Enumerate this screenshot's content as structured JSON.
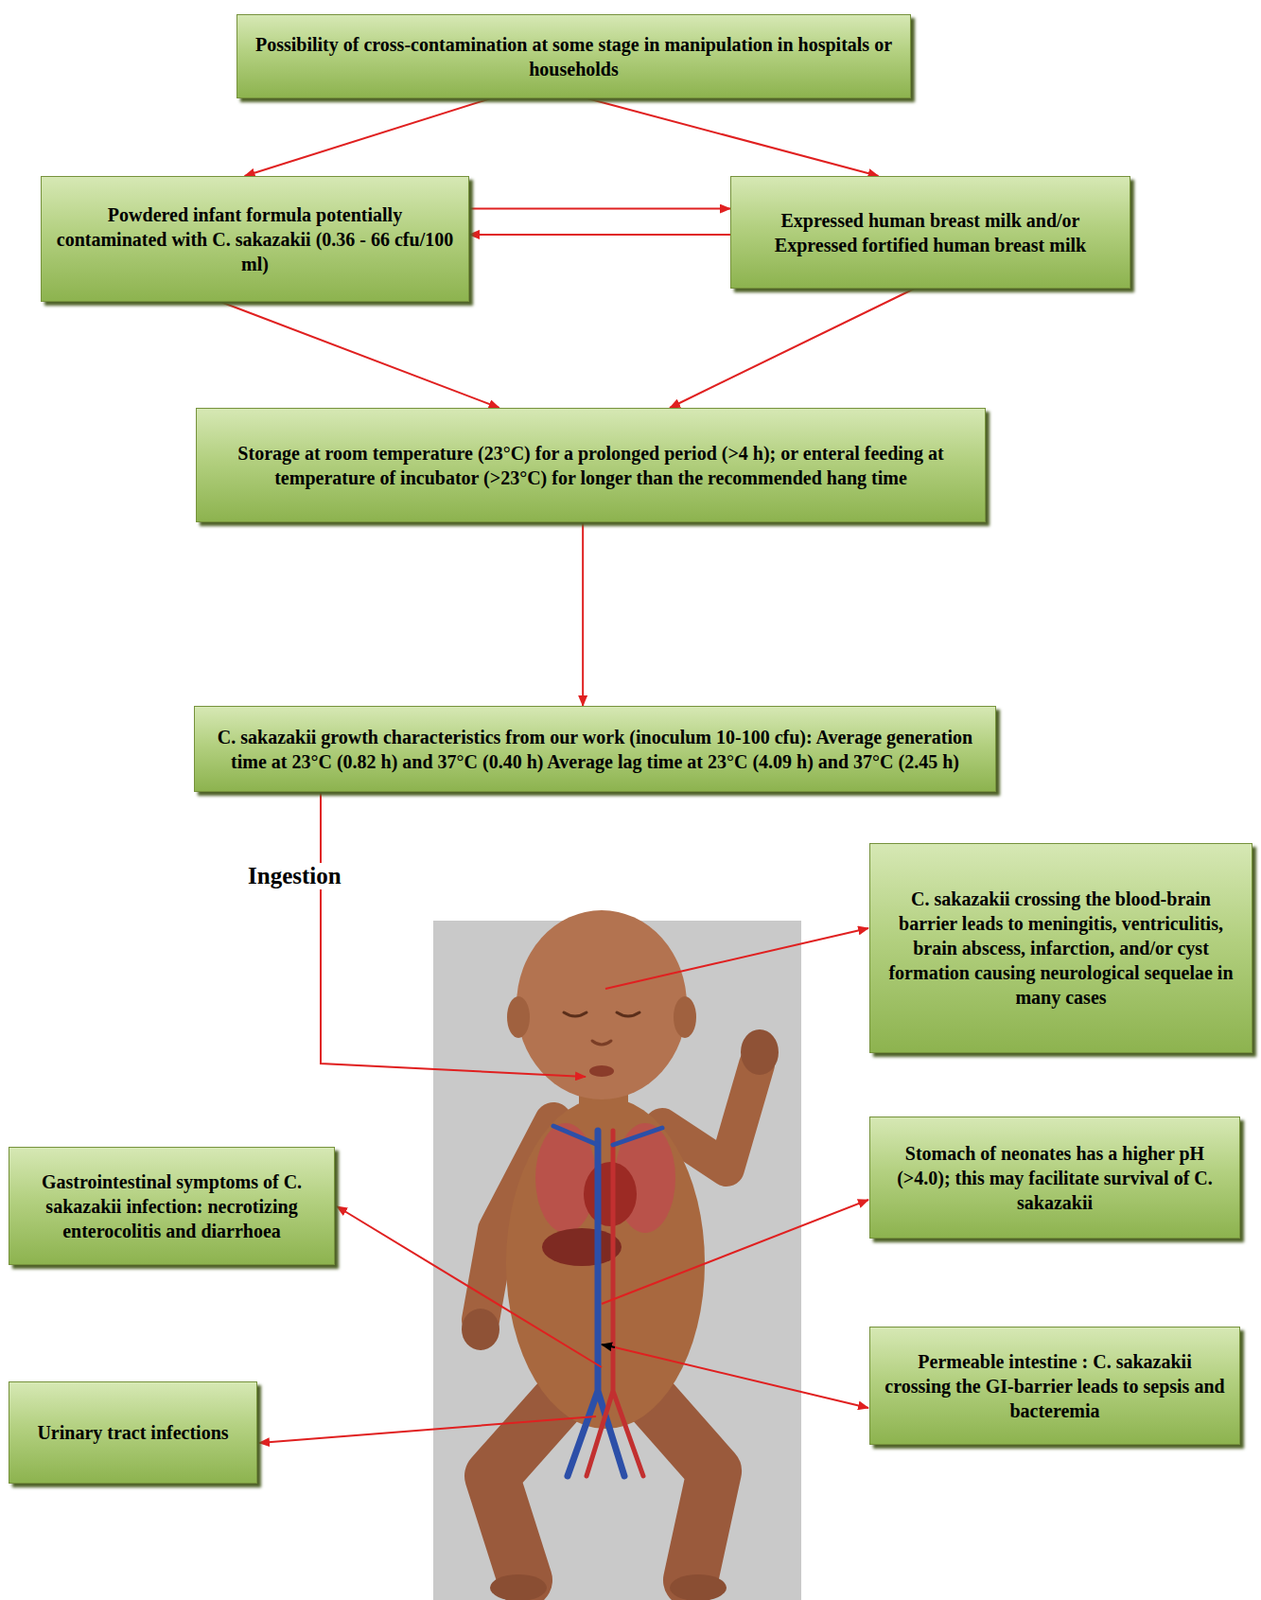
{
  "diagram": {
    "nodes": [
      {
        "text": [
          "Possibility of cross-contamination at some stage in manipulation in hospitals or households"
        ]
      },
      {
        "text": [
          "Powdered infant formula potentially contaminated with C. sakazakii (0.36 - 66 cfu/100 ml)"
        ]
      },
      {
        "text": [
          "Expressed human breast milk and/or Expressed fortified human breast milk"
        ]
      },
      {
        "text": [
          "Storage at room temperature (23°C) for a prolonged period (>4 h); or enteral feeding at temperature of incubator (>23°C) for longer than the recommended hang time"
        ]
      },
      {
        "text": [
          "C. sakazakii growth characteristics from our work (inoculum 10-100 cfu): Average generation time at 23°C (0.82 h) and 37°C (0.40 h) Average lag time at 23°C (4.09 h) and 37°C (2.45 h)"
        ]
      },
      {
        "text": [
          "C. sakazakii crossing the blood-brain barrier leads to meningitis, ventriculitis, brain abscess, infarction, and/or cyst formation causing neurological sequelae in many cases"
        ]
      },
      {
        "text": [
          "Gastrointestinal symptoms of C. sakazakii infection: necrotizing enterocolitis and diarrhoea"
        ]
      },
      {
        "text": [
          "Stomach of neonates has a higher pH (>4.0); this may facilitate survival of C. sakazakii"
        ]
      },
      {
        "text": [
          "Permeable intestine : C. sakazakii crossing the GI-barrier leads to sepsis and bacteremia"
        ]
      },
      {
        "text": [
          "Urinary tract infections"
        ]
      }
    ],
    "edges": [
      {
        "from": 0,
        "to": 1,
        "arrow": "to"
      },
      {
        "from": 0,
        "to": 2,
        "arrow": "to"
      },
      {
        "from": 1,
        "to": 2,
        "arrow": "to"
      },
      {
        "from": 2,
        "to": 1,
        "arrow": "to"
      },
      {
        "from": 1,
        "to": 3,
        "arrow": "to"
      },
      {
        "from": 2,
        "to": 3,
        "arrow": "to"
      },
      {
        "from": 3,
        "to": 4,
        "arrow": "to"
      }
    ],
    "labels": [
      "Ingestion"
    ]
  }
}
